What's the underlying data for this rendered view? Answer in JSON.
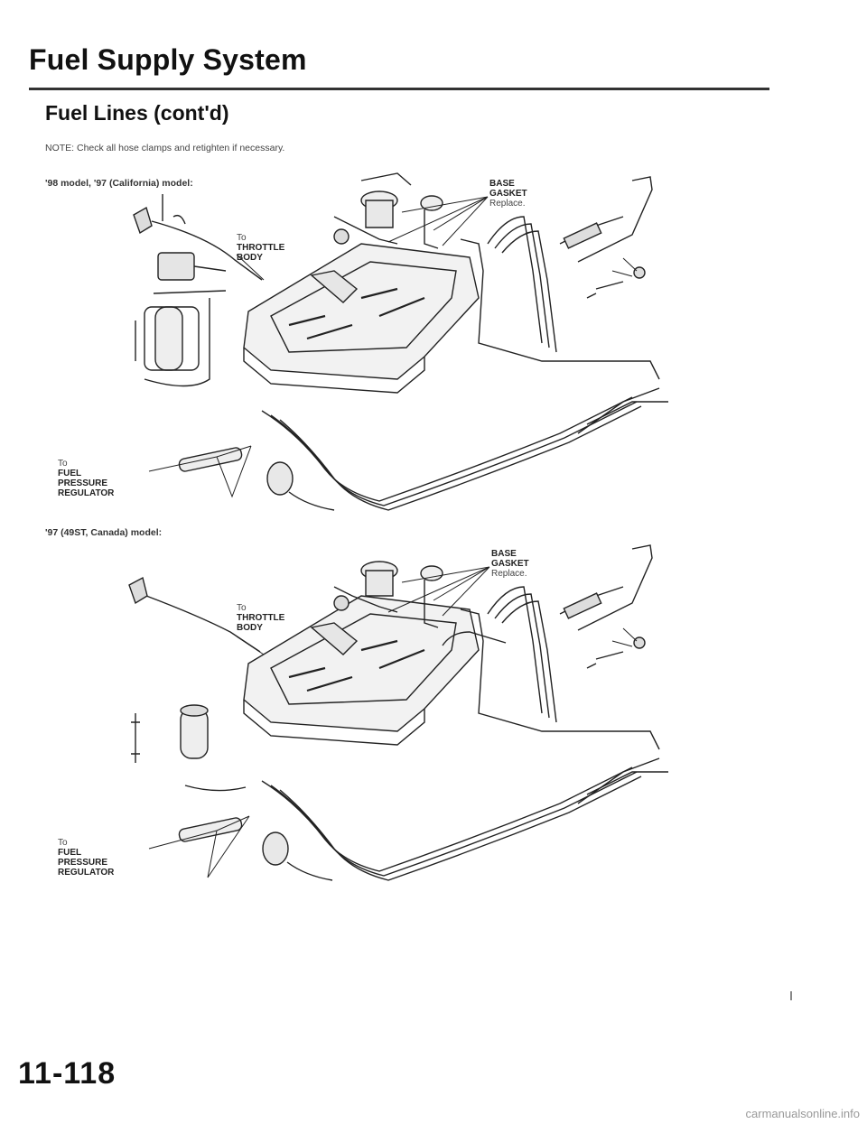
{
  "header": {
    "title": "Fuel Supply System",
    "subtitle": "Fuel Lines (cont'd)",
    "note": "NOTE:  Check all hose clamps and retighten if necessary."
  },
  "figure1": {
    "caption": "'98 model, '97 (California) model:",
    "base_gasket": [
      "BASE",
      "GASKET"
    ],
    "replace": "Replace.",
    "to_throttle_body": [
      "To",
      "THROTTLE",
      "BODY"
    ],
    "to_fuel_pressure_regulator": [
      "To",
      "FUEL",
      "PRESSURE",
      "REGULATOR"
    ]
  },
  "figure2": {
    "caption": "'97 (49ST, Canada) model:",
    "base_gasket": [
      "BASE",
      "GASKET"
    ],
    "replace": "Replace.",
    "to_throttle_body": [
      "To",
      "THROTTLE",
      "BODY"
    ],
    "to_fuel_pressure_regulator": [
      "To",
      "FUEL",
      "PRESSURE",
      "REGULATOR"
    ]
  },
  "footer": {
    "page_number": "11-118",
    "watermark": "carmanualsonline.info"
  },
  "colors": {
    "ink": "#222222",
    "rule": "#333333",
    "watermark": "#999999"
  }
}
